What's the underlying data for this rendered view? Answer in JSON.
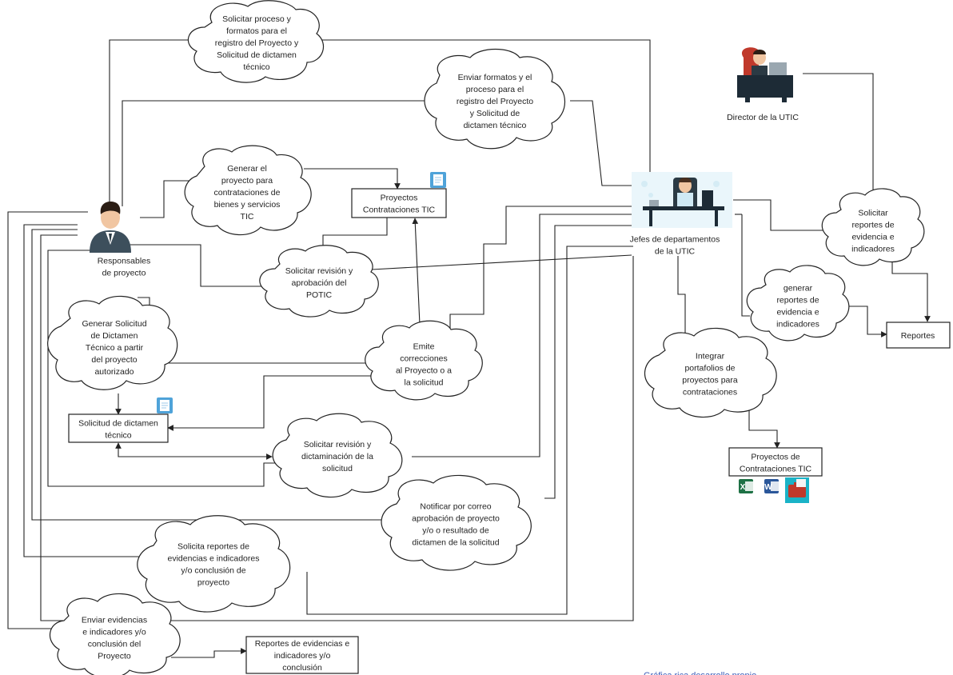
{
  "actors": {
    "responsables": [
      "Responsables",
      "de proyecto"
    ],
    "jefes": [
      "Jefes de departamentos",
      "de la UTIC"
    ],
    "director": [
      "Director de la  UTIC"
    ]
  },
  "clouds": {
    "c1": [
      "Solicitar proceso y",
      "formatos para el",
      "registro del Proyecto y",
      "Solicitud de dictamen",
      "técnico"
    ],
    "c2": [
      "Enviar formatos y  el",
      "proceso  para el",
      "registro del Proyecto",
      "y Solicitud de",
      "dictamen técnico"
    ],
    "c3": [
      "Generar el",
      "proyecto para",
      "contrataciones de",
      "bienes y servicios",
      "TIC"
    ],
    "c4": [
      "Solicitar revisión y",
      "aprobación del",
      "POTIC"
    ],
    "c5": [
      "Generar Solicitud",
      "de Dictamen",
      "Técnico a partir",
      "del proyecto",
      "autorizado"
    ],
    "c6": [
      "Emite",
      "correcciones",
      "al Proyecto o a",
      "la solicitud"
    ],
    "c7": [
      "Solicitar revisión y",
      "dictaminación de la",
      "solicitud"
    ],
    "c8": [
      "Notificar por correo",
      "aprobación de proyecto",
      "y/o o resultado de",
      "dictamen de la solicitud"
    ],
    "c9": [
      "Solicita reportes de",
      "evidencias e indicadores",
      "y/o conclusión de",
      "proyecto"
    ],
    "c10": [
      "Enviar evidencias",
      "e indicadores y/o",
      "conclusión del",
      "Proyecto"
    ],
    "c11": [
      "Solicitar",
      "reportes de",
      "evidencia e",
      "indicadores"
    ],
    "c12": [
      "generar",
      "reportes de",
      "evidencia e",
      "indicadores"
    ],
    "c13": [
      "Integrar",
      "portafolios de",
      "proyectos para",
      "contrataciones"
    ]
  },
  "boxes": {
    "proyectos_top": [
      "Proyectos",
      "Contrataciones TIC"
    ],
    "solicitud": [
      "Solicitud de dictamen",
      "técnico"
    ],
    "reportes_evid": [
      "Reportes de evidencias e",
      "indicadores y/o",
      "conclusión"
    ],
    "reportes": [
      "Reportes"
    ],
    "proyectos_right": [
      "Proyectos de",
      "Contrataciones TIC"
    ]
  },
  "office_icons": [
    "X",
    "W"
  ],
  "source_note": "Gráfica rica desarrollo propio",
  "colors": {
    "line": "#222222",
    "source_text": "#3b5bb8",
    "excel": "#1e7145",
    "word": "#2b579a",
    "doc_icon": "#4fa3d9",
    "desk": "#1d2b36",
    "chair": "#c0392b"
  }
}
